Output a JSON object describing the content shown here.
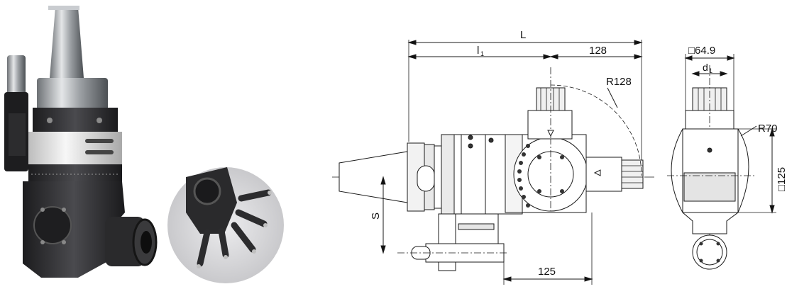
{
  "dimensions": {
    "overall_length": "L",
    "l1_main": "l",
    "l1_sub": "1",
    "head_offset": "128",
    "swing_radius": "R128",
    "flange_square": "□64.9",
    "d1_main": "d",
    "d1_sub": "1",
    "side_radius": "R70",
    "body_square": "□125",
    "spindle_offset": "S",
    "bottom_offset": "125"
  },
  "colors": {
    "body_dark": "#2b2b2d",
    "steel": "#b8bcc0",
    "ring_white": "#e9e9e9",
    "line": "#1a1a1a",
    "fill_gray": "#cfcfcf",
    "circle_bg": "#d7d7d9"
  }
}
